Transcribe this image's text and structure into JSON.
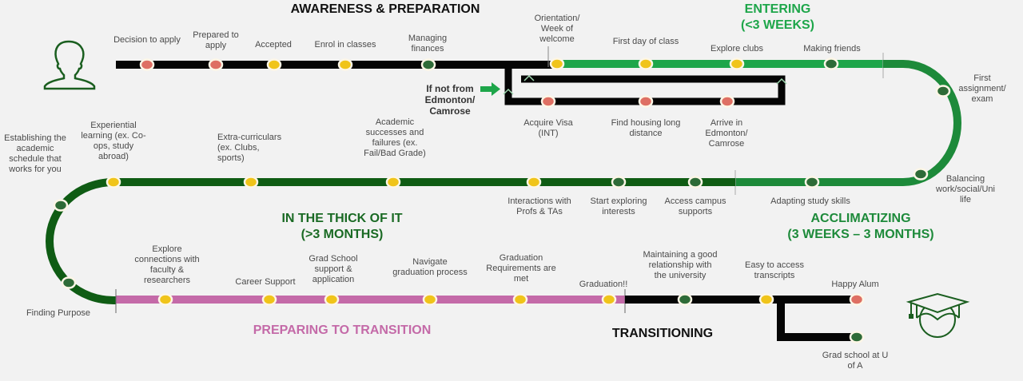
{
  "colors": {
    "background": "#f2f2f2",
    "black_line": "#050505",
    "entering_green": "#1ea64a",
    "acclimatizing_green": "#1d8a3a",
    "thick_green": "#0f5c14",
    "preparing_pink": "#c46aa8",
    "dot_red": "#de6f63",
    "dot_yellow": "#f0c419",
    "dot_darkgreen": "#2e6b37",
    "stage_awareness": "#111111",
    "stage_entering": "#1ea64a",
    "stage_acclimatizing": "#1d8a3a",
    "stage_thick": "#1a6a24",
    "stage_preparing": "#c46aa8",
    "stage_transitioning": "#111111"
  },
  "stages": {
    "awareness": "AWARENESS & PREPARATION",
    "entering": "ENTERING\n(<3 WEEKS)",
    "acclimatizing": "ACCLIMATIZING\n(3 WEEKS – 3 MONTHS)",
    "thick": "IN THE THICK OF IT\n(>3 MONTHS)",
    "preparing": "PREPARING TO TRANSITION",
    "transitioning": "TRANSITIONING"
  },
  "branch_note": "If not from\nEdmonton/\nCamrose",
  "icons": {
    "start": "student-silhouette-icon",
    "end": "graduate-cap-icon",
    "branch_arrow": "arrow-right-icon"
  },
  "stops": {
    "awareness": [
      {
        "label": "Decision to apply",
        "color": "red"
      },
      {
        "label": "Prepared to\napply",
        "color": "red"
      },
      {
        "label": "Accepted",
        "color": "yellow"
      },
      {
        "label": "Enrol in classes",
        "color": "yellow"
      },
      {
        "label": "Managing\nfinances",
        "color": "darkgreen"
      }
    ],
    "branch": [
      {
        "label": "Acquire Visa\n(INT)",
        "color": "red"
      },
      {
        "label": "Find housing long\ndistance",
        "color": "red"
      },
      {
        "label": "Arrive in\nEdmonton/\nCamrose",
        "color": "red"
      }
    ],
    "entering": [
      {
        "label": "Orientation/\nWeek of\nwelcome",
        "color": "yellow"
      },
      {
        "label": "First day of class",
        "color": "yellow"
      },
      {
        "label": "Explore clubs",
        "color": "yellow"
      },
      {
        "label": "Making friends",
        "color": "darkgreen"
      }
    ],
    "acclimatizing": [
      {
        "label": "First assignment/\nexam",
        "color": "darkgreen"
      },
      {
        "label": "Balancing\nwork/social/Uni\nlife",
        "color": "darkgreen"
      },
      {
        "label": "Adapting study skills",
        "color": "darkgreen"
      }
    ],
    "thick": [
      {
        "label": "Access campus\nsupports",
        "color": "darkgreen"
      },
      {
        "label": "Start exploring\ninterests",
        "color": "darkgreen"
      },
      {
        "label": "Interactions with\nProfs & TAs",
        "color": "yellow"
      },
      {
        "label": "Academic\nsuccesses and\nfailures (ex.\nFail/Bad Grade)",
        "color": "yellow"
      },
      {
        "label": "Extra-curriculars\n(ex. Clubs,\nsports)",
        "color": "yellow"
      },
      {
        "label": "Experiential\nlearning (ex. Co-\nops, study\nabroad)",
        "color": "yellow"
      },
      {
        "label": "Establishing the\nacademic\nschedule that\nworks for you",
        "color": "darkgreen"
      },
      {
        "label": "Finding Purpose",
        "color": "darkgreen"
      }
    ],
    "preparing": [
      {
        "label": "Explore\nconnections with\nfaculty &\nresearchers",
        "color": "yellow"
      },
      {
        "label": "Career Support",
        "color": "yellow"
      },
      {
        "label": "Grad School\nsupport &\napplication",
        "color": "yellow"
      },
      {
        "label": "Navigate\ngraduation process",
        "color": "yellow"
      },
      {
        "label": "Graduation\nRequirements are\nmet",
        "color": "yellow"
      },
      {
        "label": "Graduation!!",
        "color": "yellow"
      }
    ],
    "transitioning": [
      {
        "label": "Maintaining a good\nrelationship with\nthe university",
        "color": "darkgreen"
      },
      {
        "label": "Easy to access\ntranscripts",
        "color": "yellow"
      },
      {
        "label": "Happy Alum",
        "color": "red"
      },
      {
        "label": "Grad school at U\nof A",
        "color": "darkgreen"
      }
    ]
  }
}
